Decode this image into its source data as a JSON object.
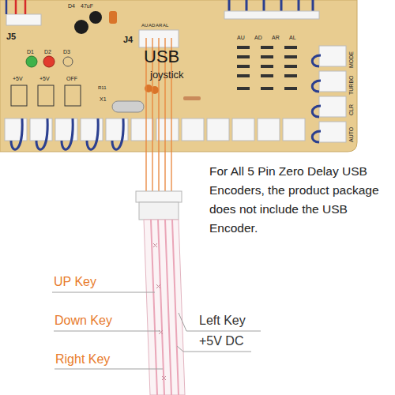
{
  "diagram": {
    "labels": [
      "J5",
      "D4",
      "47uF",
      "J4",
      "AU",
      "AD",
      "AR",
      "AL",
      "AU",
      "AD",
      "AR",
      "AL",
      "D1",
      "D2",
      "D3",
      "USB",
      "+5V",
      "+5V",
      "OFF",
      "joystick",
      "R11",
      "X1",
      "MODE",
      "TURBO",
      "CLR",
      "AUTO",
      "For All 5 Pin Zero Delay USB Encoders, the product package does not include the USB Encoder.",
      "UP Key",
      "Left Key",
      "Down Key",
      "+5V DC",
      "Right Key"
    ]
  }
}
